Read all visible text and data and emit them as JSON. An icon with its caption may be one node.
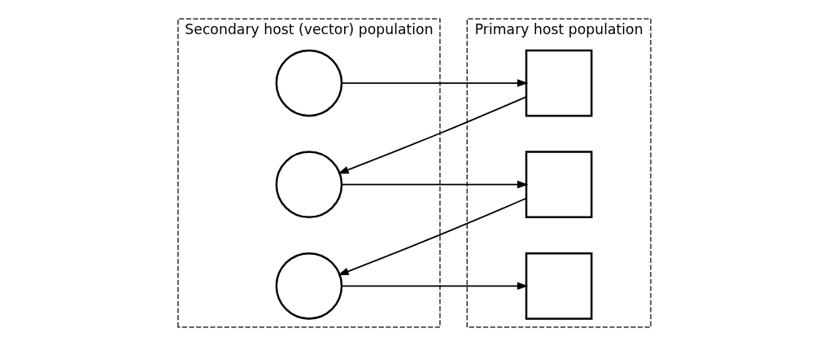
{
  "diagram": {
    "nodes": [
      {
        "text": [
          "Primary host population"
        ]
      },
      {
        "text": [],
        "shape": "box",
        "in": 0
      },
      {
        "text": [],
        "shape": "box",
        "in": 0
      },
      {
        "text": [],
        "shape": "box",
        "in": 0
      },
      {
        "text": [
          "Secondary host (vector) population"
        ]
      },
      {
        "text": [],
        "shape": "circle",
        "in": 4
      },
      {
        "text": [],
        "shape": "circle",
        "in": 4
      },
      {
        "text": [],
        "shape": "circle",
        "in": 4
      }
    ],
    "edges": [
      {
        "from": 5,
        "to": 1,
        "arrow": "to"
      },
      {
        "from": 1,
        "to": 6,
        "arrow": "to"
      },
      {
        "from": 6,
        "to": 2,
        "arrow": "to"
      },
      {
        "from": 2,
        "to": 7,
        "arrow": "to"
      },
      {
        "from": 7,
        "to": 3,
        "arrow": "to"
      }
    ]
  }
}
